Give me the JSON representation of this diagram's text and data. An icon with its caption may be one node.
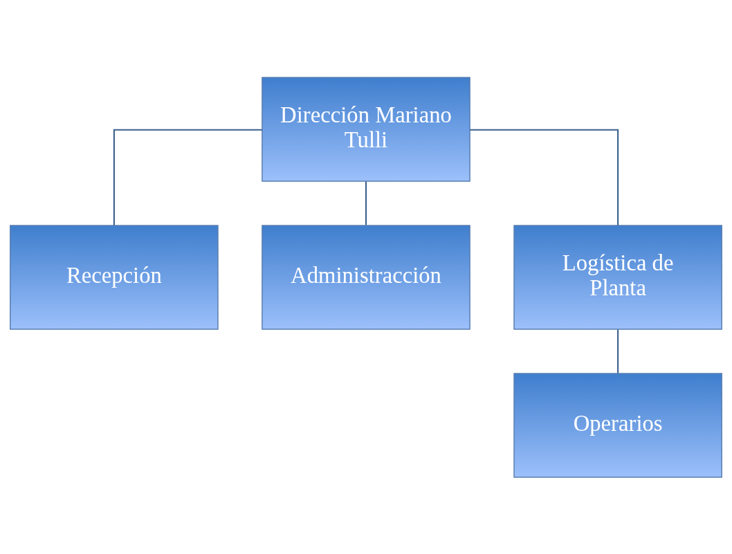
{
  "diagram": {
    "nodes": [
      {
        "text": [
          "Dirección Mariano Tulli"
        ]
      },
      {
        "text": [
          "Recepción"
        ]
      },
      {
        "text": [
          "Administracción"
        ]
      },
      {
        "text": [
          "Logística de Planta"
        ]
      },
      {
        "text": [
          "Operarios"
        ]
      }
    ],
    "edges": [
      {
        "from": 0,
        "to": 1,
        "arrow": "none"
      },
      {
        "from": 0,
        "to": 2,
        "arrow": "none"
      },
      {
        "from": 0,
        "to": 3,
        "arrow": "none"
      },
      {
        "from": 3,
        "to": 4,
        "arrow": "none"
      }
    ]
  }
}
